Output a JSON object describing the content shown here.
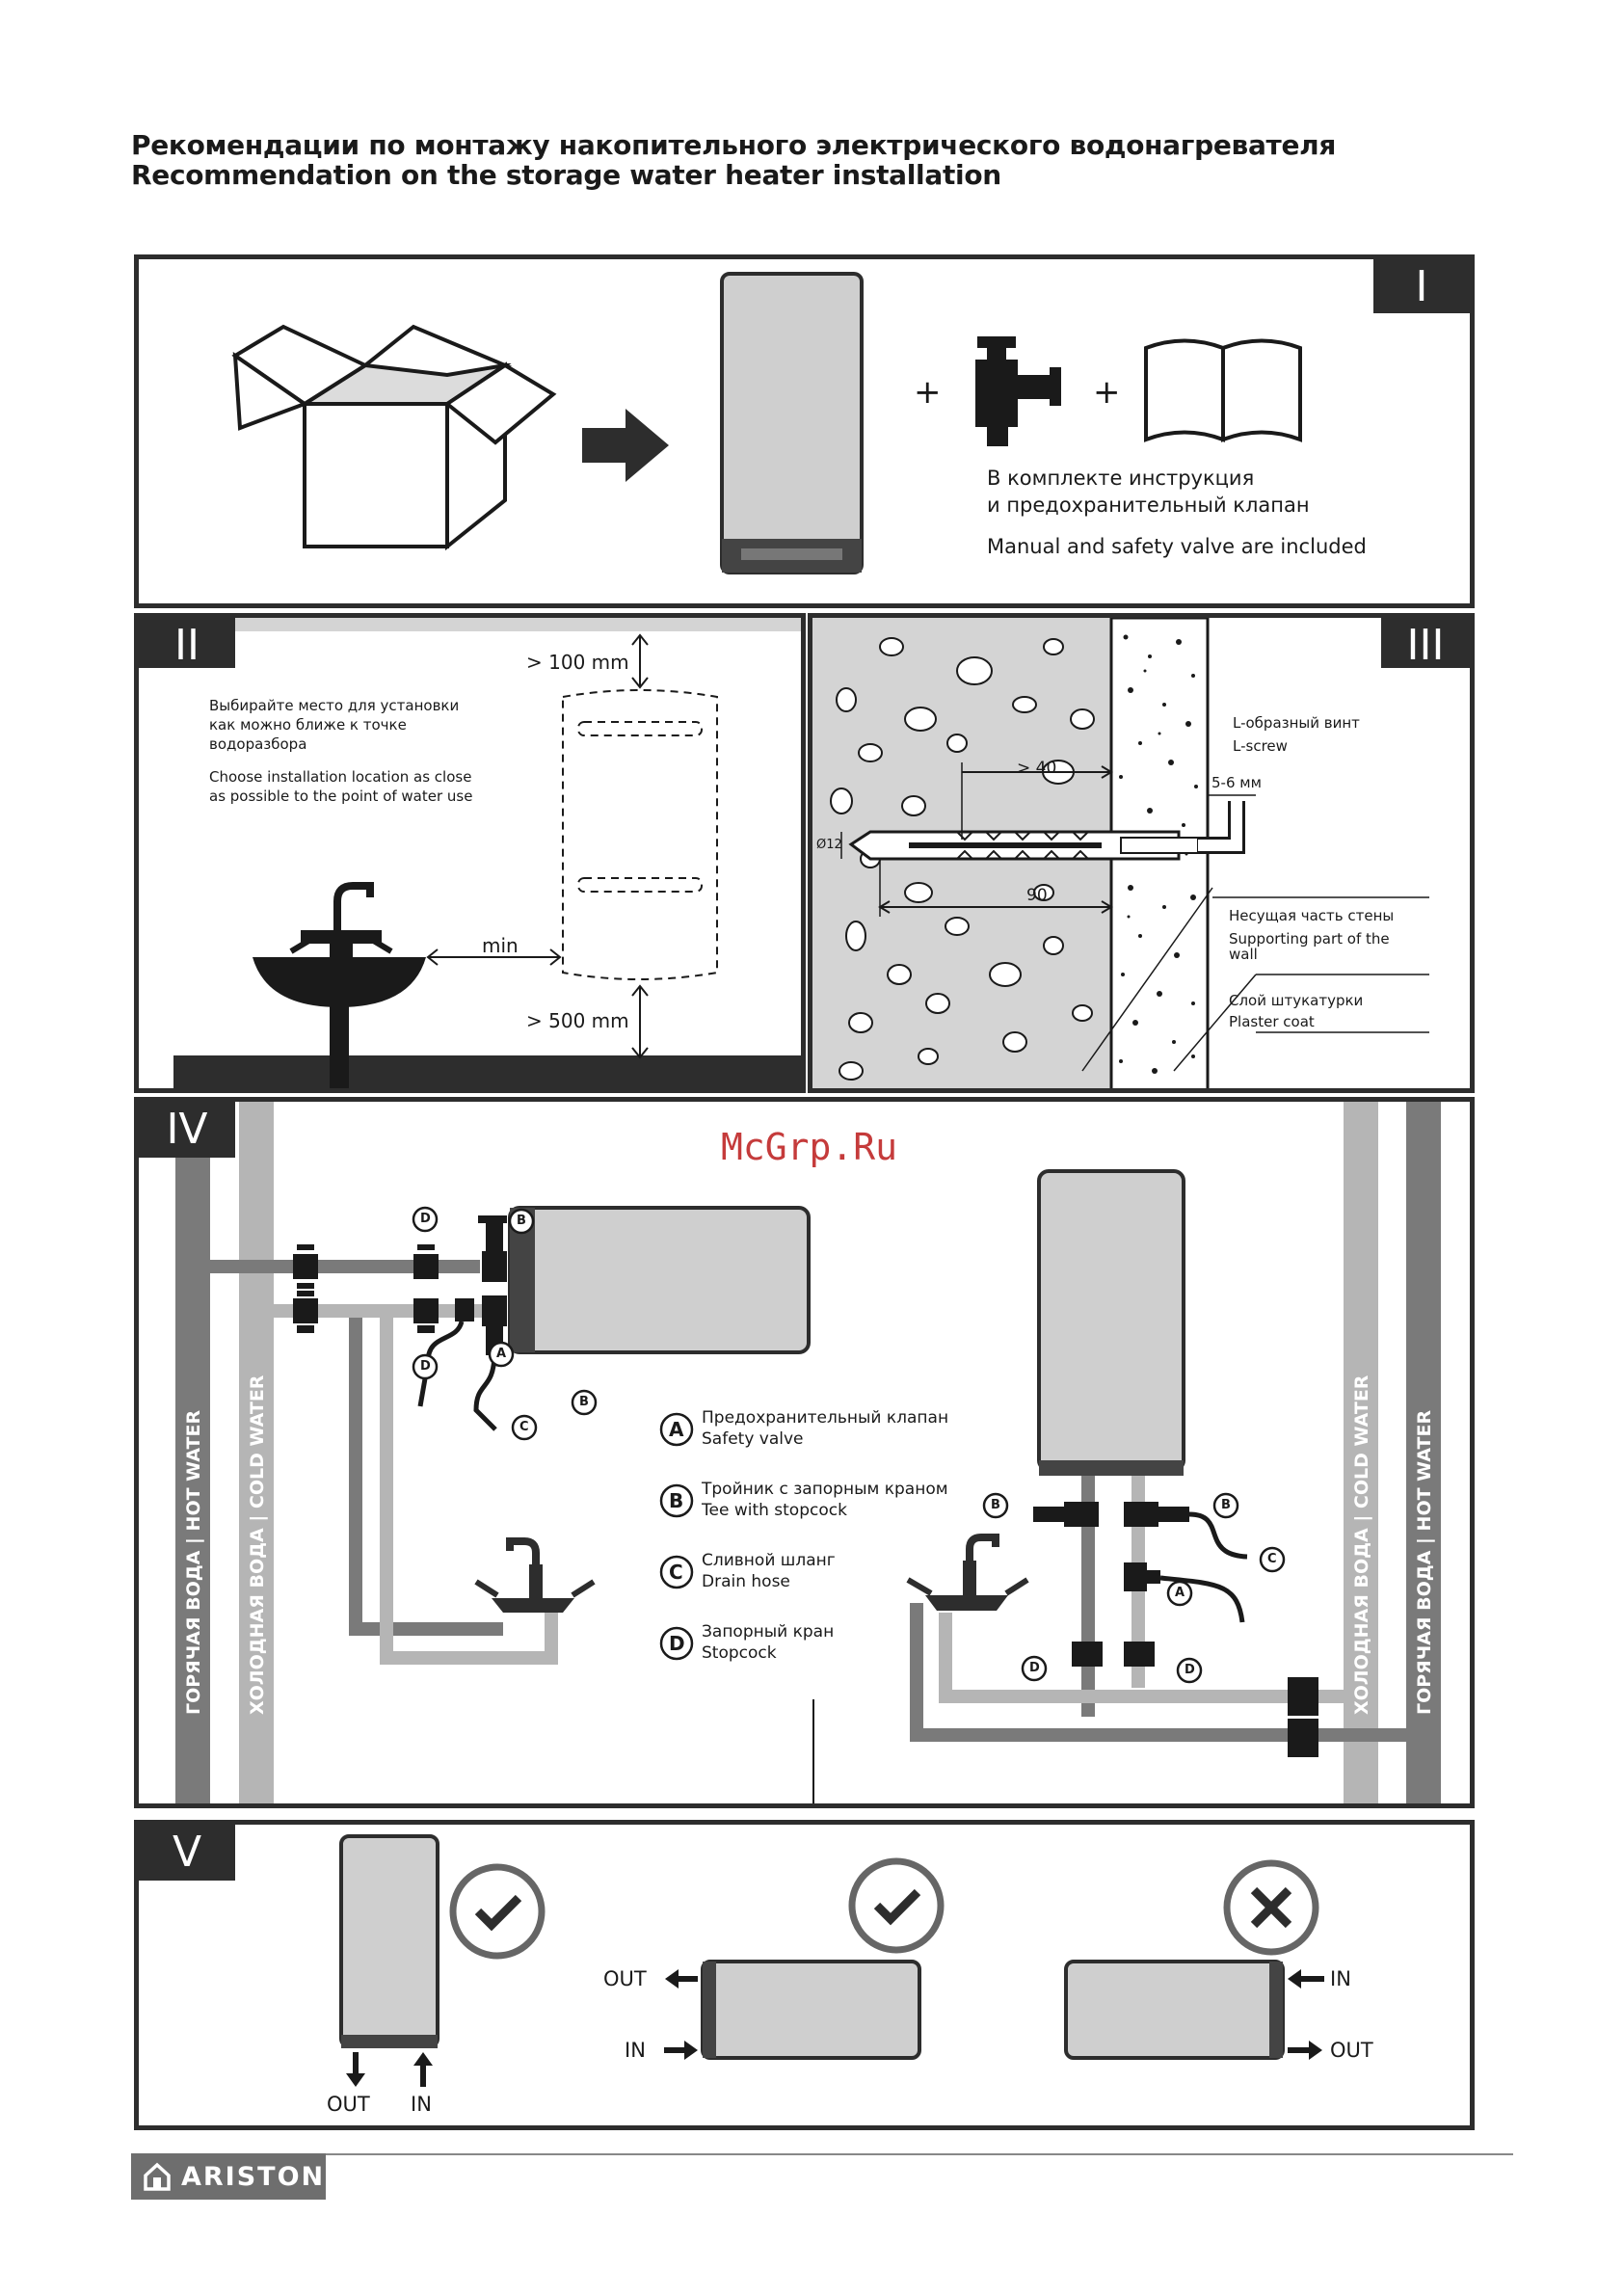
{
  "header": {
    "title_ru": "Рекомендации по монтажу накопительного электрического водонагревателя",
    "title_en": "Recommendation on the storage water heater installation"
  },
  "panel1": {
    "tag": "I",
    "plus": "+",
    "note_ru_1": "В комплекте инструкция",
    "note_ru_2": "и предохранительный клапан",
    "note_en": "Manual and safety valve are included"
  },
  "panel2": {
    "tag": "II",
    "dim_top": "> 100 mm",
    "dim_bottom": "> 500 mm",
    "dim_min": "min",
    "text_ru_1": "Выбирайте место для установки",
    "text_ru_2": "как можно ближе к точке",
    "text_ru_3": "водоразбора",
    "text_en_1": "Choose installation location as close",
    "text_en_2": "as possible to the point of water use"
  },
  "panel3": {
    "tag": "III",
    "dim_40": "> 40",
    "dim_90": "90",
    "dim_12": "Ø12",
    "dim_56": "5-6 мм",
    "screw_ru": "L-образный винт",
    "screw_en": "L-screw",
    "wall_ru": "Несущая часть стены",
    "wall_en_1": "Supporting part of the",
    "wall_en_2": "wall",
    "plaster_ru": "Слой штукатурки",
    "plaster_en": "Plaster coat"
  },
  "panel4": {
    "tag": "IV",
    "hot_label": "ГОРЯЧАЯ ВОДА  |  HOT WATER",
    "cold_label": "ХОЛОДНАЯ ВОДА  |  COLD WATER",
    "legend": [
      {
        "letter": "A",
        "ru": "Предохранительный клапан",
        "en": "Safety valve"
      },
      {
        "letter": "B",
        "ru": "Тройник с запорным краном",
        "en": "Tee with stopcock"
      },
      {
        "letter": "C",
        "ru": "Сливной шланг",
        "en": "Drain hose"
      },
      {
        "letter": "D",
        "ru": "Запорный кран",
        "en": "Stopcock"
      }
    ],
    "marks": {
      "a": "A",
      "b": "B",
      "c": "C",
      "d": "D"
    }
  },
  "panel5": {
    "tag": "V",
    "out": "OUT",
    "in": "IN"
  },
  "watermark": "McGrp.Ru",
  "brand": "ARISTON",
  "colors": {
    "dark": "#2d2d2d",
    "hot_pipe": "#7a7a7a",
    "cold_pipe": "#b5b5b5",
    "heater": "#cfcfcf",
    "concrete": "#d4d4d4"
  }
}
